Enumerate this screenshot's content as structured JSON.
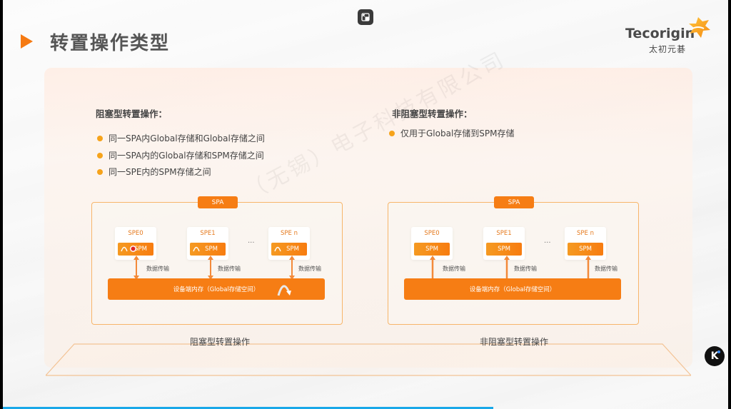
{
  "player": {
    "pip_icon": "picture-in-picture-icon",
    "badge_icon": "k-brand-icon",
    "badge_letter": "K",
    "progress_fraction": 0.676,
    "progress_color": "#19a8e8"
  },
  "slide": {
    "title": "转置操作类型",
    "accent_color": "#f57a12",
    "logo": {
      "en": "Tecorigin",
      "cn": "太初元碁"
    },
    "watermark": "（无锡）电子科技有限公司",
    "blocking": {
      "heading": "阻塞型转置操作：",
      "bullets": [
        "同一SPA内Global存储和Global存储之间",
        "同一SPA内的Global存储和SPM存储之间",
        "同一SPE内的SPM存储之间"
      ],
      "diagram": {
        "spa_label": "SPA",
        "spes": [
          {
            "name": "SPE0",
            "spm": "SPM"
          },
          {
            "name": "SPE1",
            "spm": "SPM"
          },
          {
            "name": "SPE n",
            "spm": "SPM"
          }
        ],
        "ellipsis": "...",
        "transfer_label": "数据传输",
        "global_label": "设备端内存（Global存储空间）",
        "arrow_direction": "bidirectional"
      },
      "caption": "阻塞型转置操作"
    },
    "nonblocking": {
      "heading": "非阻塞型转置操作：",
      "bullets": [
        "仅用于Global存储到SPM存储"
      ],
      "diagram": {
        "spa_label": "SPA",
        "spes": [
          {
            "name": "SPE0",
            "spm": "SPM"
          },
          {
            "name": "SPE1",
            "spm": "SPM"
          },
          {
            "name": "SPE n",
            "spm": "SPM"
          }
        ],
        "ellipsis": "...",
        "transfer_label": "数据传输",
        "global_label": "设备端内存（Global存储空间）",
        "arrow_direction": "up"
      },
      "caption": "非阻塞型转置操作"
    }
  }
}
